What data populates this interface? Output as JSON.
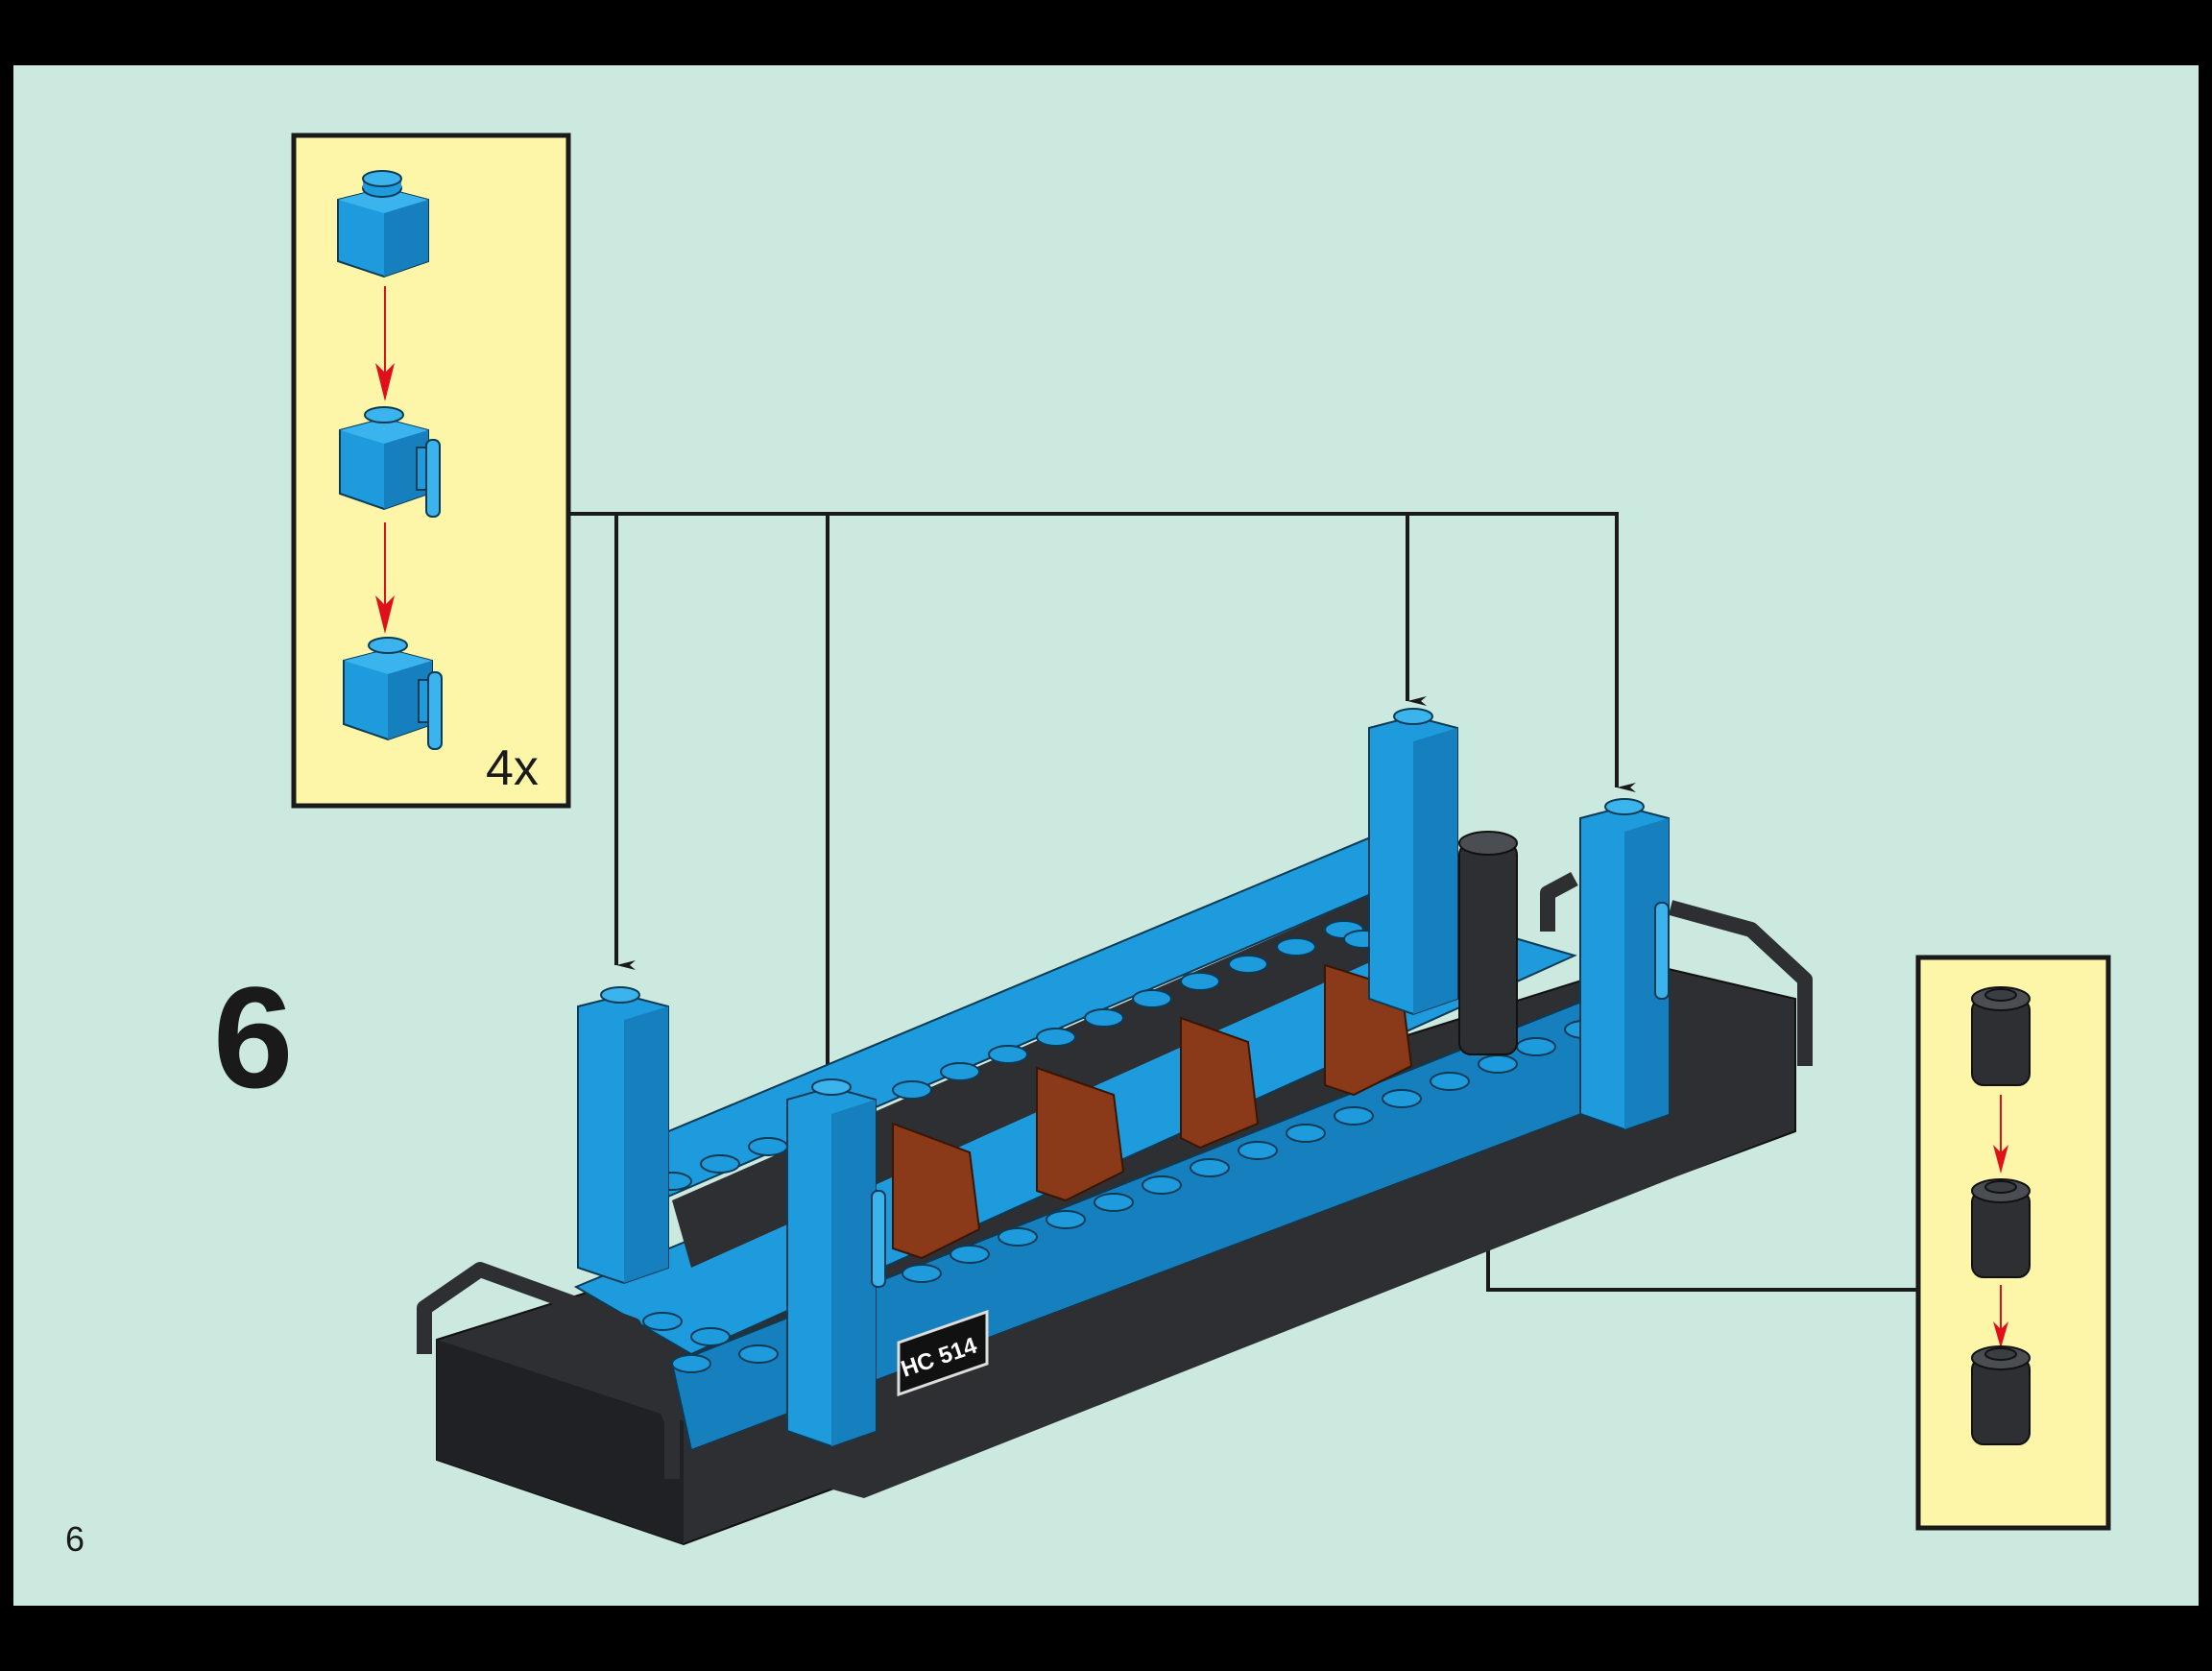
{
  "instruction": {
    "step_number": "6",
    "page_number": "6",
    "subassembly_quantity": "4x",
    "decal_text": "HC 514"
  },
  "colors": {
    "background": "#cce9df",
    "callout": "#fdf6a8",
    "brick_blue": "#1d9bdc",
    "brick_dark": "#2d2f33",
    "seat_brown": "#8a3a18",
    "arrow_red": "#e0101a"
  }
}
